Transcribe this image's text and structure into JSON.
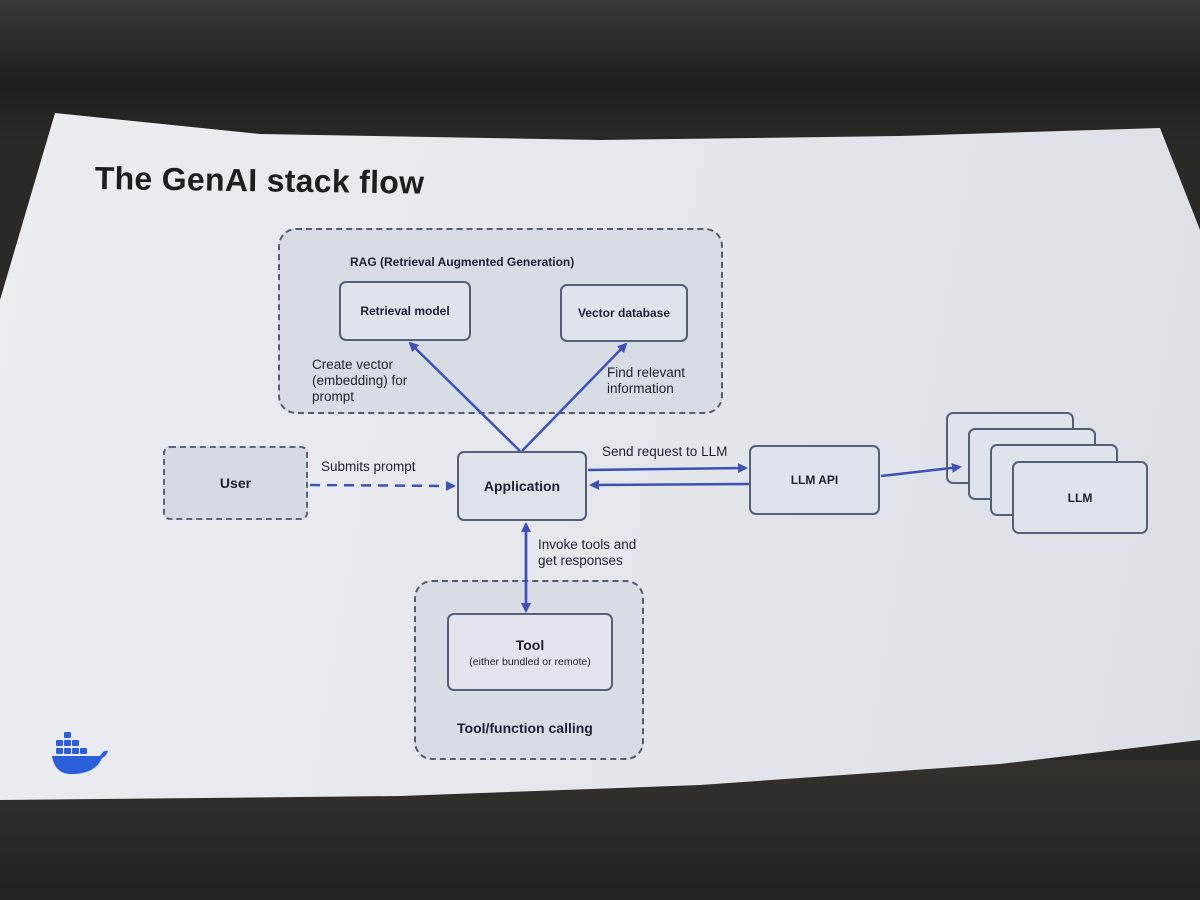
{
  "title": "The GenAI stack flow",
  "rag_group": {
    "label": "RAG (Retrieval Augmented Generation)",
    "retrieval_model": "Retrieval model",
    "vector_database": "Vector database"
  },
  "labels": {
    "create_vector": [
      "Create vector",
      "(embedding) for",
      "prompt"
    ],
    "find_relevant": [
      "Find relevant",
      "information"
    ],
    "submits_prompt": "Submits prompt",
    "send_request": "Send request to LLM",
    "invoke_tools": [
      "Invoke tools and",
      "get responses"
    ]
  },
  "nodes": {
    "user": "User",
    "application": "Application",
    "llm_api": "LLM API",
    "llm": "LLM"
  },
  "tool_group": {
    "tool": "Tool",
    "tool_sub": "(either bundled or remote)",
    "label": "Tool/function calling"
  },
  "colors": {
    "arrow": "#3f51b5",
    "box_border": "#536077",
    "logo": "#2b5fd9"
  },
  "icons": {
    "logo": "docker-whale-logo"
  }
}
